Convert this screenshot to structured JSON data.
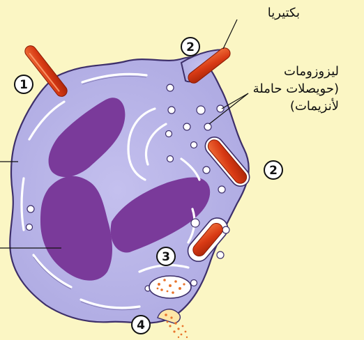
{
  "labels": {
    "bacteria": "بكتيريا",
    "lysosomes": "ليزوزومات",
    "vesicles_line1": "(حويصلات حاملة",
    "vesicles_line2": "لأنزيمات)"
  },
  "steps": [
    "1",
    "2",
    "2",
    "3",
    "4"
  ],
  "colors": {
    "background": "#fbf6c4",
    "cytoplasm": "#b9b5e8",
    "cytoplasm_edge": "#3d2f6a",
    "nucleus": "#7a3a9a",
    "bacterium": "#d83a14",
    "membrane": "#ffffff",
    "enzyme": "#e8742c"
  }
}
